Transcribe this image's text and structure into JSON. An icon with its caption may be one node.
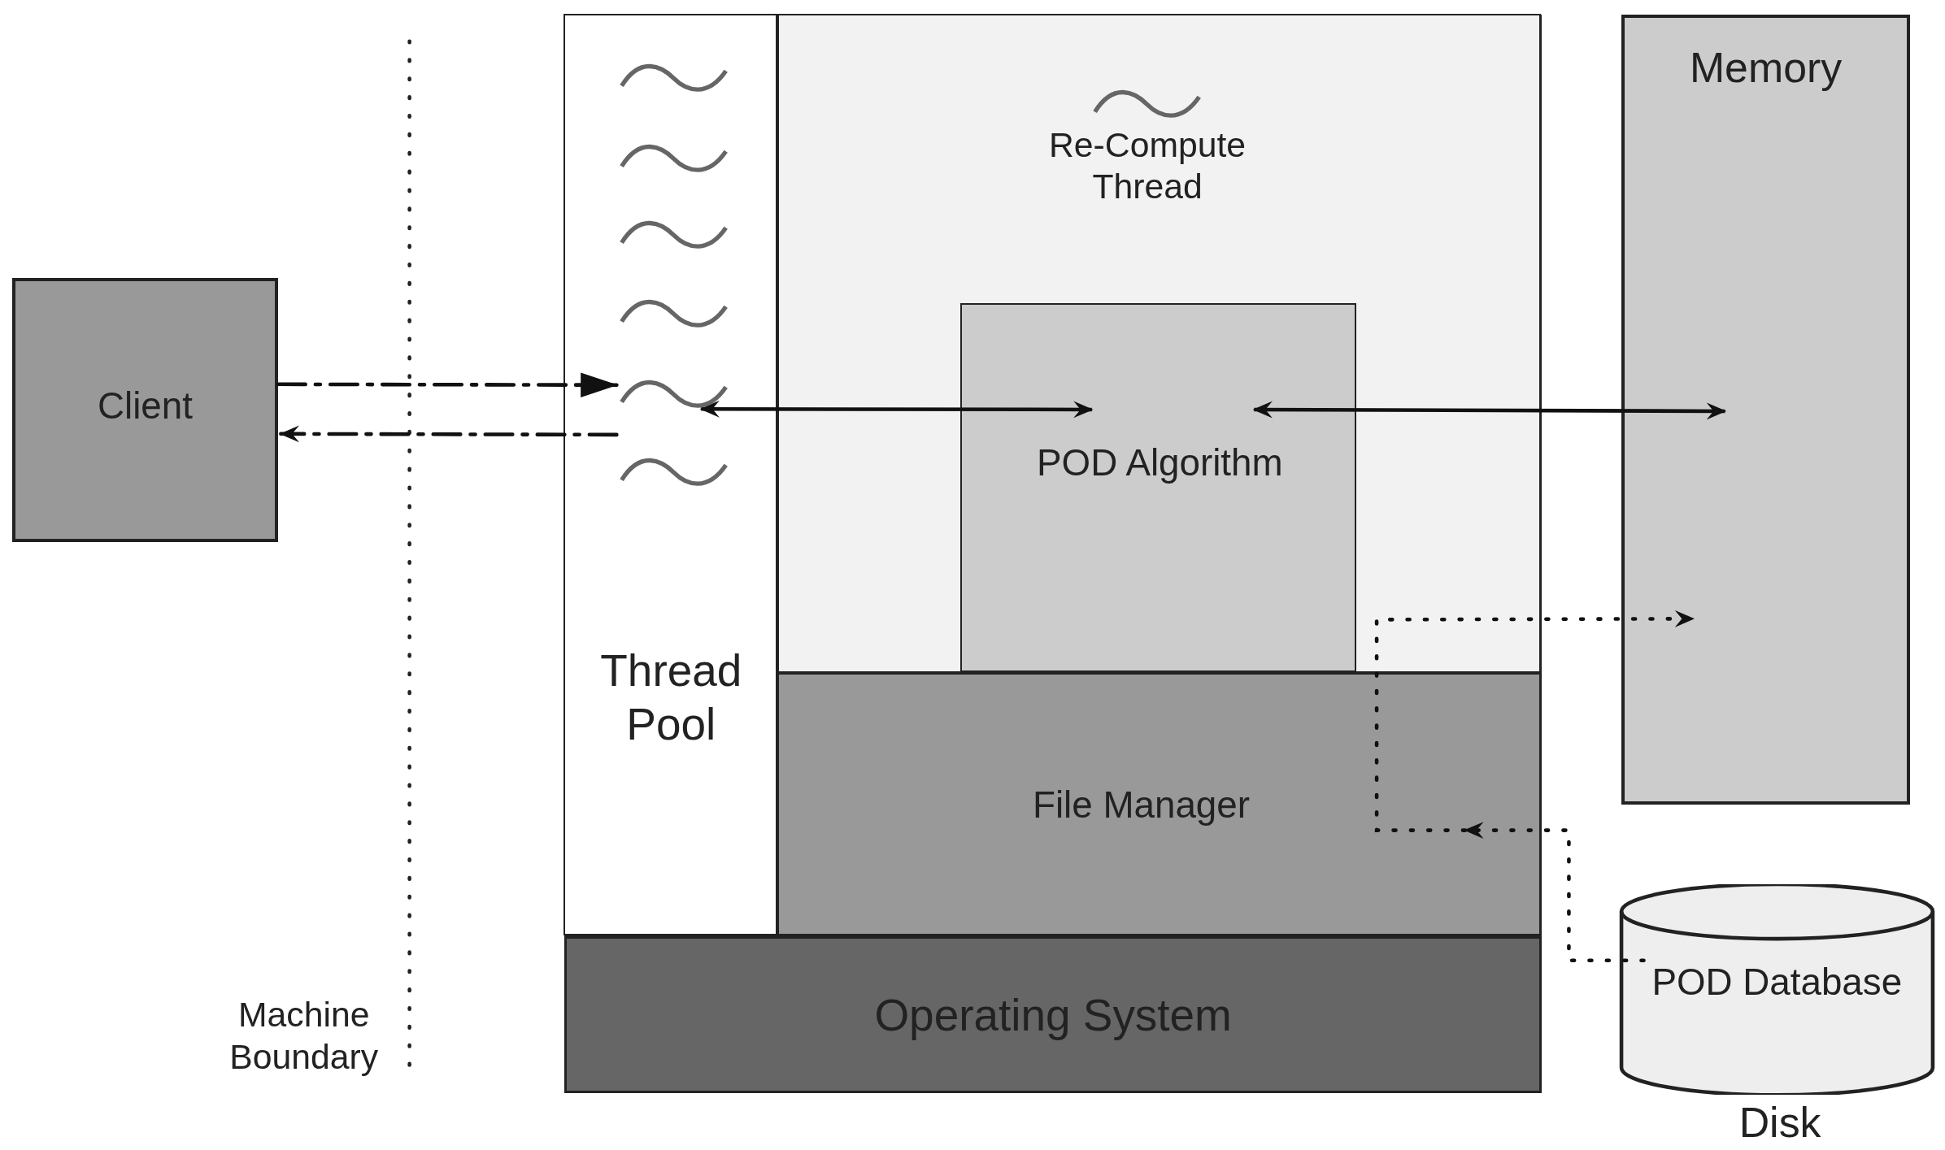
{
  "diagram": {
    "nodes": [
      {
        "text": [
          "Client"
        ]
      },
      {
        "text": [],
        "shape": "box"
      },
      {
        "text": [
          "Thread Pool"
        ],
        "in": 1
      },
      {
        "text": [
          "Re-Compute Thread"
        ],
        "in": 1
      },
      {
        "text": [
          "POD Algorithm"
        ],
        "in": 3
      },
      {
        "text": [
          "File Manager"
        ],
        "in": 1
      },
      {
        "text": [
          "Operating System"
        ]
      },
      {
        "text": [
          "Memory"
        ]
      },
      {
        "text": [
          "POD Database"
        ],
        "beside": [
          "Disk"
        ]
      }
    ],
    "edges": [
      {
        "from": 0,
        "to": 2,
        "arrow": "to",
        "style": "dashed"
      },
      {
        "from": 2,
        "to": 0,
        "arrow": "to",
        "style": "dashed"
      },
      {
        "from": 2,
        "to": 4,
        "arrow": "both"
      },
      {
        "from": 4,
        "to": 7,
        "arrow": "both"
      },
      {
        "from": 8,
        "to": 5,
        "arrow": "to",
        "style": "dashed"
      },
      {
        "from": 5,
        "to": 7,
        "arrow": "to",
        "style": "dashed"
      }
    ],
    "labels": [
      "Machine Boundary"
    ]
  }
}
